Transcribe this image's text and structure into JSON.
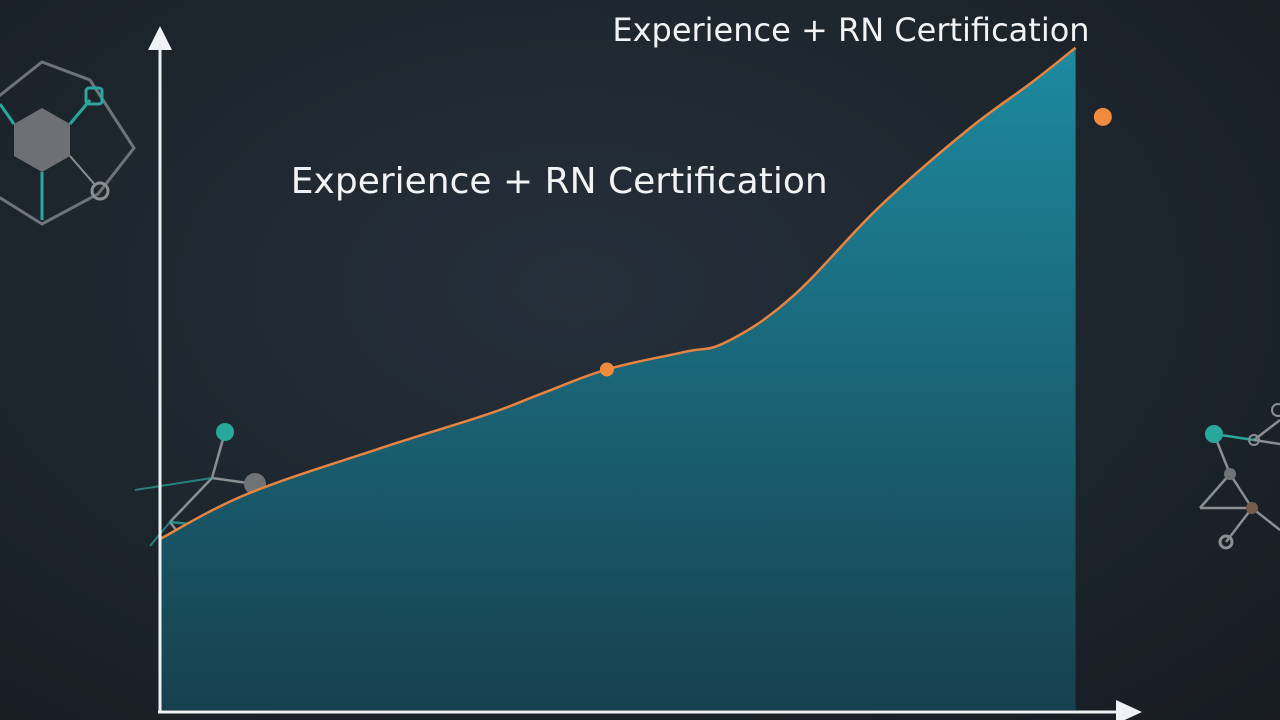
{
  "colors": {
    "background": "#1e262e",
    "axis": "#eef2f5",
    "area_top": "#1d8aa0",
    "area_bottom": "#17404e",
    "line": "#e8843f",
    "marker": "#f08a3c",
    "text": "#f1f3f5",
    "network_teal": "#2aa79d",
    "network_gray": "#8a8f94",
    "hexagon_fill": "#7b7f82"
  },
  "chart_data": {
    "type": "area",
    "title": "",
    "xlabel": "",
    "ylabel": "",
    "grid": false,
    "legend": "none",
    "xlim": [
      0,
      100
    ],
    "ylim": [
      0,
      100
    ],
    "series": [
      {
        "values": [
          {
            "x": 0,
            "y": 25
          },
          {
            "x": 8,
            "y": 31.5
          },
          {
            "x": 20,
            "y": 38
          },
          {
            "x": 30,
            "y": 43
          },
          {
            "x": 35,
            "y": 46
          },
          {
            "x": 41,
            "y": 49.5
          },
          {
            "x": 48,
            "y": 52
          },
          {
            "x": 52,
            "y": 53.5
          },
          {
            "x": 58,
            "y": 60
          },
          {
            "x": 66,
            "y": 73
          },
          {
            "x": 74,
            "y": 84
          },
          {
            "x": 80,
            "y": 91
          },
          {
            "x": 84,
            "y": 96
          }
        ]
      }
    ],
    "markers": [
      {
        "x": 41,
        "y": 49.5,
        "size": "small"
      },
      {
        "x": 86.5,
        "y": 86,
        "size": "large"
      }
    ],
    "annotations": [
      {
        "text": "Experience + RN Certification",
        "x": 41.5,
        "y": 97,
        "size": "medium"
      },
      {
        "text": "Experience + RN Certification",
        "x": 12,
        "y": 75,
        "size": "large"
      }
    ]
  }
}
